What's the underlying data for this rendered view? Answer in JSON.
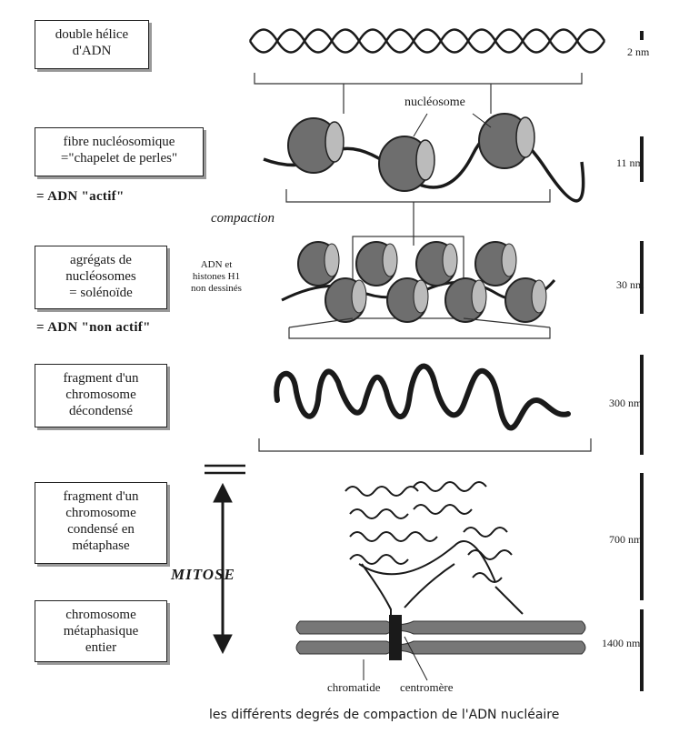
{
  "levels": [
    {
      "box": "double hélice\nd'ADN",
      "scale": "2 nm"
    },
    {
      "box": "fibre nucléosomique\n=\"chapelet de perles\"",
      "scale": "11 nm"
    },
    {
      "box": "agrégats de\nnucléosomes\n= solénoïde",
      "scale": "30 nm"
    },
    {
      "box": "fragment d'un\nchromosome\ndécondensé",
      "scale": "300 nm"
    },
    {
      "box": "fragment d'un\nchromosome\ncondensé en\nmétaphase",
      "scale": "700 nm"
    },
    {
      "box": "chromosome\nmétaphasique\nentier",
      "scale": "1400 nm"
    }
  ],
  "notes": {
    "actif": "= ADN \"actif\"",
    "non_actif": "= ADN \"non actif\"",
    "compaction": "compaction",
    "not_drawn": "ADN et\nhistones H1\nnon dessinés",
    "nucleosome": "nucléosome",
    "mitose": "MITOSE",
    "chromatide": "chromatide",
    "centromere": "centromère"
  },
  "caption": "les différents degrés de compaction de l'ADN nucléaire",
  "colors": {
    "ink": "#1a1a1a",
    "nucleosome": "#6e6e6e",
    "chromosome": "#777777"
  }
}
